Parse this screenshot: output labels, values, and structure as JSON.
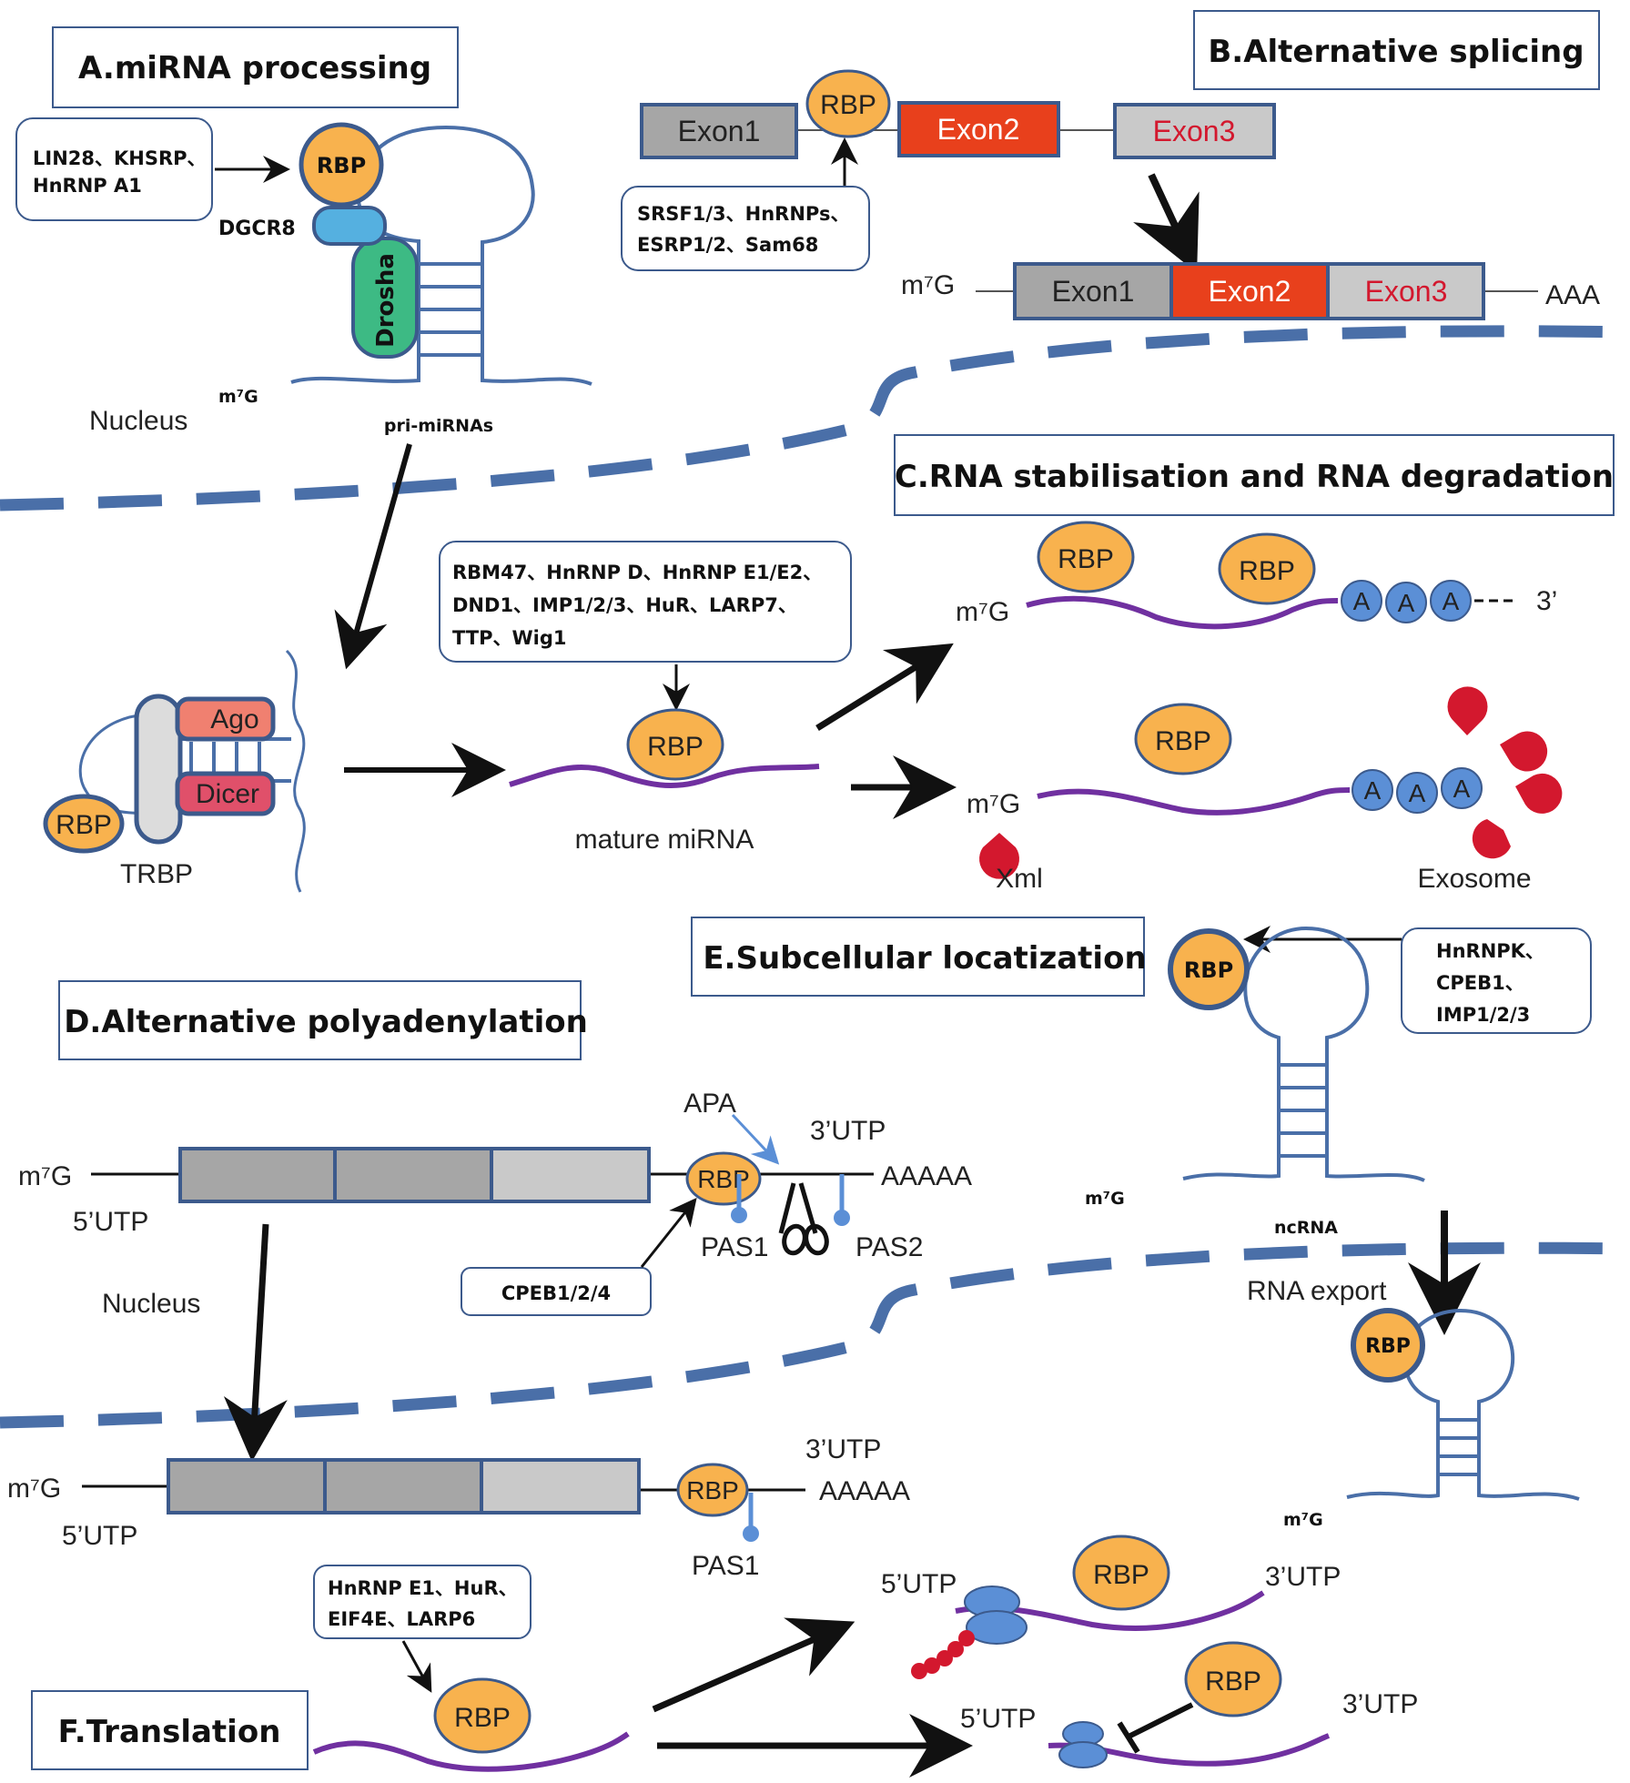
{
  "colors": {
    "membrane": "#4a6fa8",
    "rbp_fill": "#f8b24e",
    "rbp_stroke": "#3c5a8c",
    "rna": "#7030a0",
    "blue_ball": "#5b8fd6",
    "red": "#d3182e",
    "exon_gray": "#a6a6a6",
    "exon_red": "#e8401c",
    "exon_light": "#c9c9c9",
    "drosha": "#3dba84",
    "dgcr8": "#55b0e0",
    "ago": "#f08070",
    "dicer": "#e0506a",
    "trbp": "#dcdcdc",
    "hairpin": "#4a6fa8"
  },
  "common": {
    "rbp": "RBP",
    "m7g": "m⁷G",
    "arrow_icon": "arrow-icon"
  },
  "A": {
    "title": "A.miRNA processing",
    "regulators": [
      "LIN28、KHSRP、",
      "HnRNP A1"
    ],
    "dgcr8": "DGCR8",
    "drosha": "Drosha",
    "nucleus": "Nucleus",
    "pri": "pri-miRNAs",
    "ago": "Ago",
    "dicer": "Dicer",
    "trbp": "TRBP"
  },
  "B": {
    "title": "B.Alternative splicing",
    "exon1": "Exon1",
    "exon2": "Exon2",
    "exon3": "Exon3",
    "regulators": [
      "SRSF1/3、HnRNPs、",
      "ESRP1/2、Sam68"
    ],
    "aaa": "AAA"
  },
  "C": {
    "title": "C.RNA stabilisation and RNA degradation",
    "regulators": [
      "RBM47、HnRNP D、HnRNP E1/E2、",
      "DND1、IMP1/2/3、HuR、LARP7、",
      "TTP、Wig1"
    ],
    "mature": "mature miRNA",
    "a": "A",
    "three_prime": "3’",
    "xml": "Xml",
    "exosome": "Exosome"
  },
  "D": {
    "title": "D.Alternative polyadenylation",
    "five_utp": "5’UTP",
    "three_utp": "3’UTP",
    "apa": "APA",
    "aaaaa": "AAAAA",
    "pas1": "PAS1",
    "pas2": "PAS2",
    "cpeb": "CPEB1/2/4",
    "nucleus": "Nucleus"
  },
  "E": {
    "title": "E.Subcellular locatization",
    "regulators": [
      "HnRNPK、",
      "CPEB1、",
      "IMP1/2/3"
    ],
    "ncrna": "ncRNA",
    "export": "RNA export"
  },
  "F": {
    "title": "F.Translation",
    "regulators": [
      "HnRNP E1、HuR、",
      "EIF4E、LARP6"
    ],
    "five_utp": "5’UTP",
    "three_utp": "3’UTP"
  }
}
